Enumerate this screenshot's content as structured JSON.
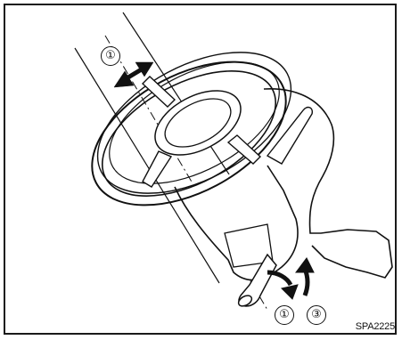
{
  "figure": {
    "callouts": {
      "adjust_tilt_telescope": "①",
      "lever_release": "①",
      "lever_lock": "③"
    },
    "figure_code": "SPA2225",
    "icons": {
      "two_way_arrow": "double-headed-arrow-icon",
      "down_arrow": "curved-down-arrow-icon",
      "up_arrow": "curved-up-arrow-icon"
    },
    "colors": {
      "line": "#111111",
      "background": "#ffffff"
    }
  }
}
